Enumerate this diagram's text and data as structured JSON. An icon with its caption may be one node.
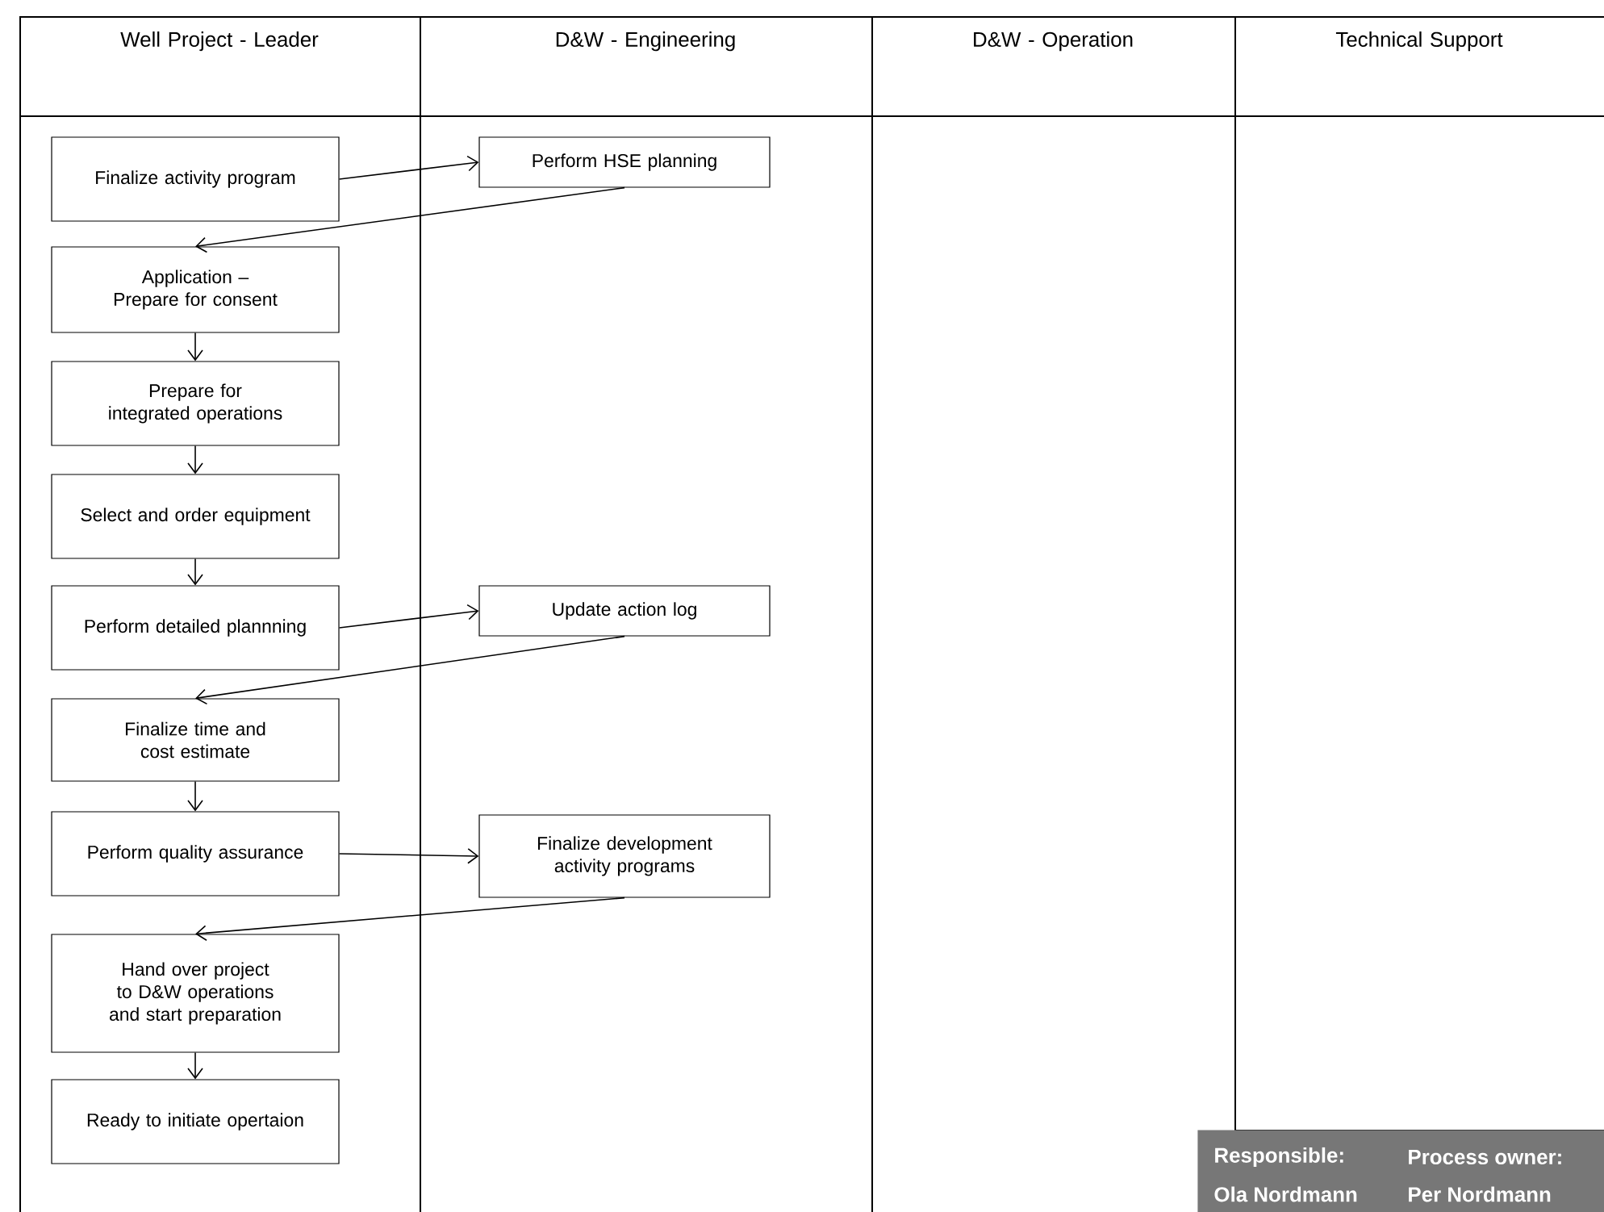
{
  "diagram": {
    "nodes": [
      {
        "text": [
          "Well Project - Leader"
        ]
      },
      {
        "text": [
          "D&W - Engineering"
        ]
      },
      {
        "text": [
          "D&W - Operation"
        ]
      },
      {
        "text": [
          "Technical Support"
        ]
      },
      {
        "text": [
          "Finalize activity program"
        ],
        "in": 0
      },
      {
        "text": [
          "Perform HSE planning"
        ],
        "in": 1
      },
      {
        "text": [
          "Application – Prepare for consent"
        ],
        "in": 0
      },
      {
        "text": [
          "Prepare for integrated operations"
        ],
        "in": 0
      },
      {
        "text": [
          "Select and order equipment"
        ],
        "in": 0
      },
      {
        "text": [
          "Perform detailed plannning"
        ],
        "in": 0
      },
      {
        "text": [
          "Update action log"
        ],
        "in": 1
      },
      {
        "text": [
          "Finalize time and cost estimate"
        ],
        "in": 0
      },
      {
        "text": [
          "Perform quality assurance"
        ],
        "in": 0
      },
      {
        "text": [
          "Finalize development activity programs"
        ],
        "in": 1
      },
      {
        "text": [
          "Hand over project to D&W operations and start preparation"
        ],
        "in": 0
      },
      {
        "text": [
          "Ready to initiate opertaion"
        ],
        "in": 0
      },
      {
        "text": [
          "Responsible:",
          "Process owner:",
          "Ola Nordmann",
          "Per Nordmann"
        ]
      }
    ],
    "edges": [
      {
        "from": 4,
        "to": 5,
        "arrow": "to"
      },
      {
        "from": 5,
        "to": 6,
        "arrow": "to"
      },
      {
        "from": 6,
        "to": 7,
        "arrow": "to"
      },
      {
        "from": 7,
        "to": 8,
        "arrow": "to"
      },
      {
        "from": 8,
        "to": 9,
        "arrow": "to"
      },
      {
        "from": 9,
        "to": 10,
        "arrow": "to"
      },
      {
        "from": 10,
        "to": 11,
        "arrow": "to"
      },
      {
        "from": 11,
        "to": 12,
        "arrow": "to"
      },
      {
        "from": 12,
        "to": 13,
        "arrow": "to"
      },
      {
        "from": 13,
        "to": 14,
        "arrow": "to"
      },
      {
        "from": 14,
        "to": 15,
        "arrow": "to"
      }
    ]
  }
}
